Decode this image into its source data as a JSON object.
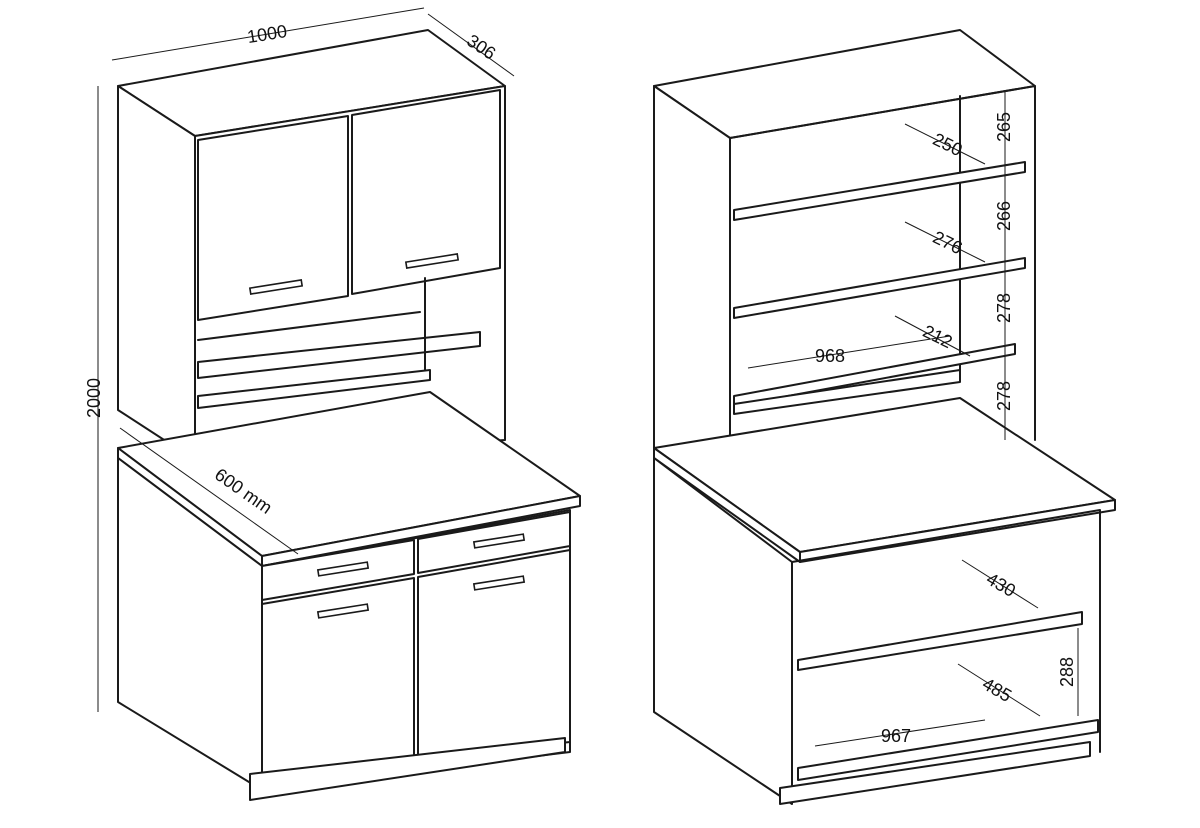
{
  "left_cabinet": {
    "dims": {
      "width": "1000",
      "depth": "306",
      "height": "2000",
      "counter_depth": "600 mm"
    }
  },
  "right_cabinet": {
    "shelf_heights": [
      "265",
      "266",
      "278",
      "278"
    ],
    "shelf_depths": [
      "250",
      "276",
      "212"
    ],
    "inner_width_top": "968",
    "base": {
      "depth_upper": "430",
      "depth_lower": "485",
      "height": "288",
      "inner_width": "967"
    }
  }
}
